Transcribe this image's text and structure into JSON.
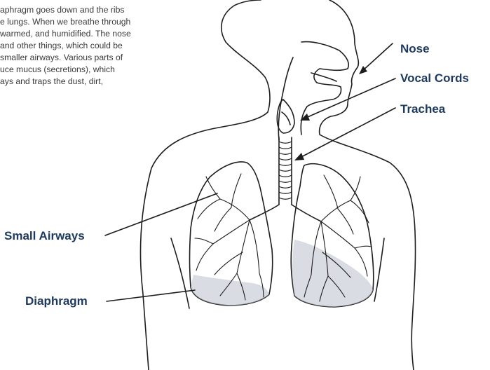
{
  "intro_lines": [
    "aphragm goes down and the ribs",
    "e lungs. When we breathe through",
    "warmed, and humidified. The nose",
    "and other things, which could be",
    "smaller airways. Various parts of",
    "uce mucus (secretions), which",
    "ays and traps the dust, dirt,"
  ],
  "labels": {
    "nose": "Nose",
    "vocal_cords": "Vocal Cords",
    "trachea": "Trachea",
    "small_airways": "Small Airways",
    "diaphragm": "Diaphragm"
  },
  "colors": {
    "label_text": "#1f3a60",
    "line_art": "#1d1d1d",
    "shaded_lung_region": "#b9bfcc"
  }
}
